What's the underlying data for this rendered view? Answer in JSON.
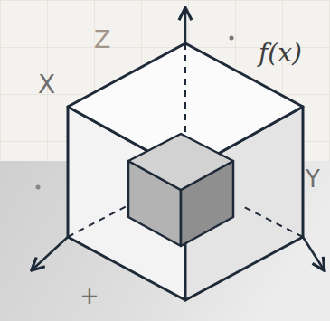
{
  "diagram": {
    "labels": [
      "Z",
      "X",
      "f(x)",
      "Y",
      "+"
    ]
  }
}
